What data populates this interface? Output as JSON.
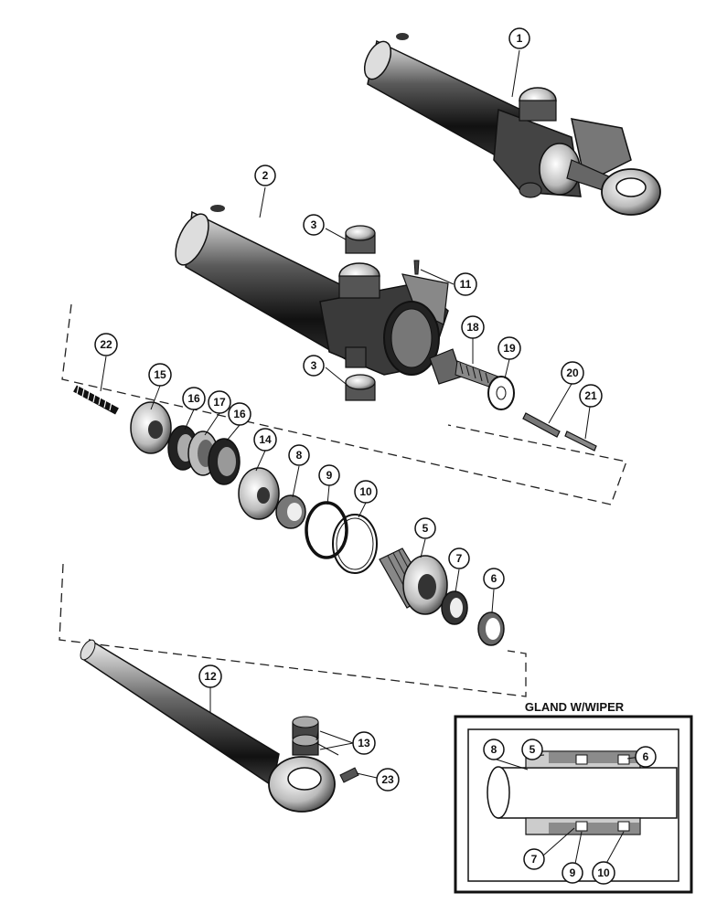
{
  "inset": {
    "title": "GLAND W/WIPER"
  },
  "callouts": [
    {
      "id": "c1",
      "label": "1"
    },
    {
      "id": "c2",
      "label": "2"
    },
    {
      "id": "c3a",
      "label": "3"
    },
    {
      "id": "c3b",
      "label": "3"
    },
    {
      "id": "c11",
      "label": "11"
    },
    {
      "id": "c18",
      "label": "18"
    },
    {
      "id": "c19",
      "label": "19"
    },
    {
      "id": "c20",
      "label": "20"
    },
    {
      "id": "c21",
      "label": "21"
    },
    {
      "id": "c22",
      "label": "22"
    },
    {
      "id": "c15",
      "label": "15"
    },
    {
      "id": "c16a",
      "label": "16"
    },
    {
      "id": "c17",
      "label": "17"
    },
    {
      "id": "c16b",
      "label": "16"
    },
    {
      "id": "c14",
      "label": "14"
    },
    {
      "id": "c8",
      "label": "8"
    },
    {
      "id": "c9",
      "label": "9"
    },
    {
      "id": "c10",
      "label": "10"
    },
    {
      "id": "c5",
      "label": "5"
    },
    {
      "id": "c7",
      "label": "7"
    },
    {
      "id": "c6",
      "label": "6"
    },
    {
      "id": "c12",
      "label": "12"
    },
    {
      "id": "c13",
      "label": "13"
    },
    {
      "id": "c23",
      "label": "23"
    },
    {
      "id": "i5",
      "label": "5"
    },
    {
      "id": "i8",
      "label": "8"
    },
    {
      "id": "i6",
      "label": "6"
    },
    {
      "id": "i7",
      "label": "7"
    },
    {
      "id": "i9",
      "label": "9"
    },
    {
      "id": "i10",
      "label": "10"
    }
  ]
}
